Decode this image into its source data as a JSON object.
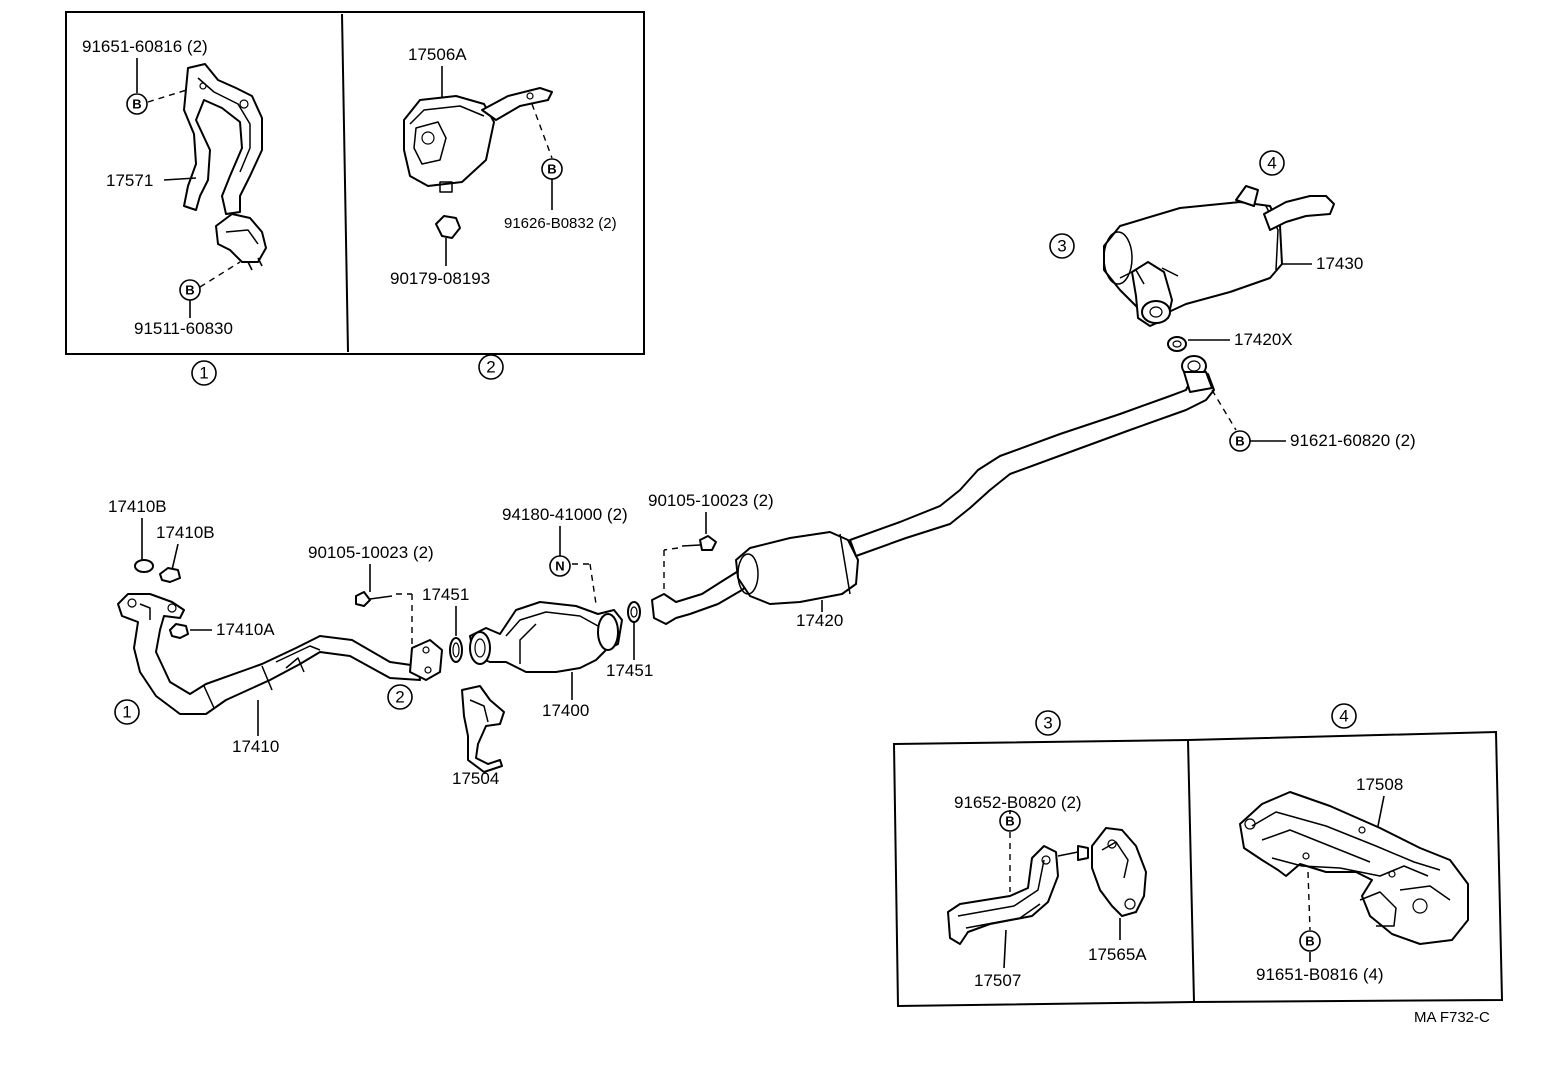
{
  "callouts": {
    "c1": "1",
    "c2": "2",
    "c3": "3",
    "c4": "4"
  },
  "bolt_markers": {
    "b": "B",
    "n": "N"
  },
  "panel1": {
    "bolt_top": "91651-60816 (2)",
    "bracket": "17571",
    "bolt_bottom": "91511-60830"
  },
  "panel2": {
    "hanger": "17506A",
    "bolt": "91626-B0832 (2)",
    "nut": "90179-08193"
  },
  "main": {
    "gasket_b1": "17410B",
    "gasket_b2": "17410B",
    "nut_a": "17410A",
    "front_pipe": "17410",
    "bolt_front": "90105-10023 (2)",
    "gasket_1": "17451",
    "support": "17504",
    "nut_n": "94180-41000 (2)",
    "converter": "17400",
    "gasket_2": "17451",
    "bolt_rear": "90105-10023 (2)",
    "center_pipe": "17420",
    "muffler": "17430",
    "gasket_x": "17420X",
    "bolt_tail": "91621-60820 (2)"
  },
  "panel3": {
    "bolt": "91652-B0820 (2)",
    "bracket": "17507",
    "insulator": "17565A"
  },
  "panel4": {
    "hanger": "17508",
    "bolt": "91651-B0816 (4)"
  },
  "footer": {
    "code": "MA F732-C"
  }
}
